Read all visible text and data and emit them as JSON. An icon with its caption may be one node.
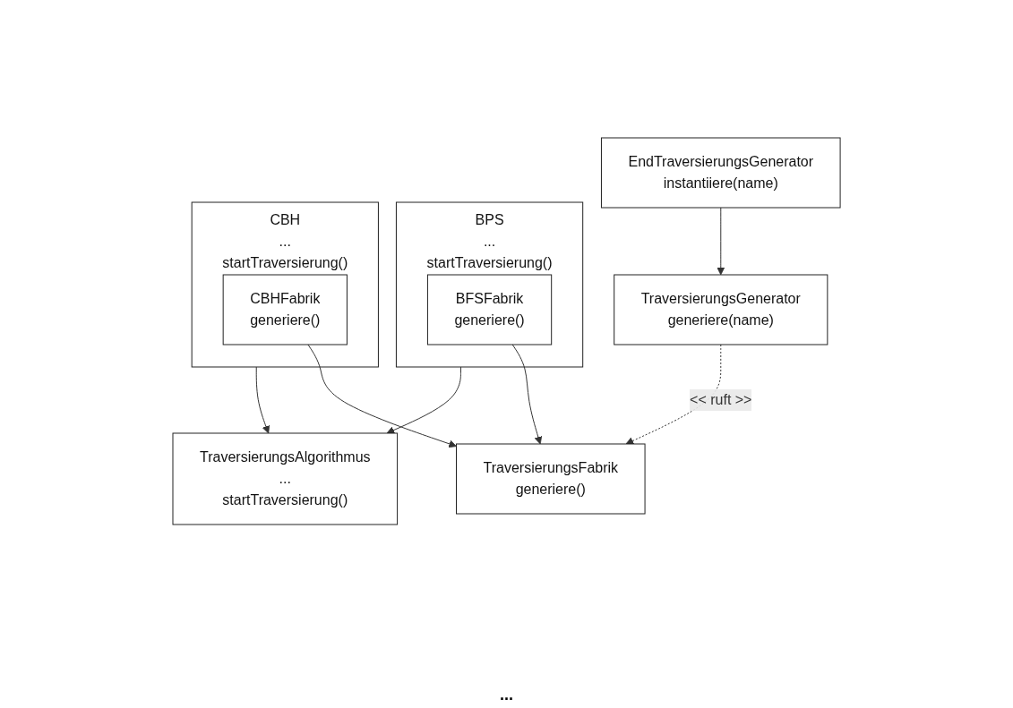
{
  "diagram": {
    "nodes": [
      {
        "text": [
          "TraversierungsAlgorithmus",
          "...",
          "startTraversierung()"
        ]
      },
      {
        "text": [
          "BPS",
          "...",
          "startTraversierung()"
        ]
      },
      {
        "text": [
          "BFSFabrik",
          "generiere()"
        ],
        "in": 1
      },
      {
        "text": [
          "CBH",
          "...",
          "startTraversierung()"
        ]
      },
      {
        "text": [
          "CBHFabrik",
          "generiere()"
        ],
        "in": 3
      },
      {
        "text": [
          "TraversierungsFabrik",
          "generiere()"
        ]
      },
      {
        "text": [
          "TraversierungsGenerator",
          "generiere(name)"
        ]
      },
      {
        "text": [
          "EndTraversierungsGenerator",
          "instantiiere(name)"
        ]
      }
    ],
    "edges": [
      {
        "from": 1,
        "to": 0,
        "arrow": "to"
      },
      {
        "from": 3,
        "to": 0,
        "arrow": "to"
      },
      {
        "from": 2,
        "to": 5,
        "arrow": "to"
      },
      {
        "from": 4,
        "to": 5,
        "arrow": "to"
      },
      {
        "from": 7,
        "to": 6,
        "arrow": "to"
      },
      {
        "from": 6,
        "to": 5,
        "arrow": "to",
        "label": "<< ruft >>",
        "style": "dashed"
      }
    ],
    "labels": [
      "..."
    ]
  }
}
